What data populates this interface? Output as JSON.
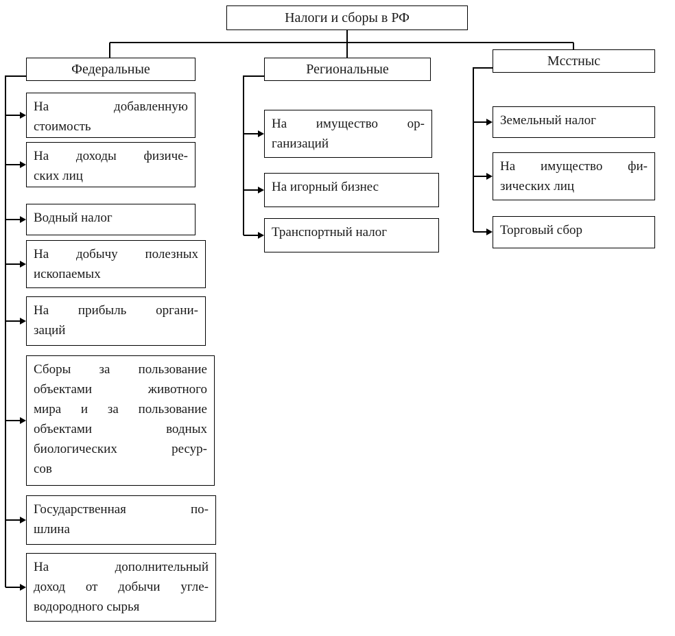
{
  "title": "Налоги и сборы в РФ",
  "colors": {
    "line": "#000000",
    "background": "#ffffff",
    "text": "#1a1a1a"
  },
  "columns": [
    {
      "header": "Федеральные",
      "items": [
        [
          "На добавленную",
          "стоимость"
        ],
        [
          "На доходы физиче-",
          "ских лиц"
        ],
        [
          "Водный налог"
        ],
        [
          "На добычу полезных",
          "ископаемых"
        ],
        [
          "На прибыль органи-",
          "заций"
        ],
        [
          "Сборы за пользование",
          "объектами животного",
          "мира и за пользование",
          "объектами водных",
          "биологических ресур-",
          "сов"
        ],
        [
          "Государственная по-",
          "шлина"
        ],
        [
          "На дополнительный",
          "доход от добычи угле-",
          "водородного сырья"
        ]
      ]
    },
    {
      "header": "Региональные",
      "items": [
        [
          "На имущество ор-",
          "ганизаций"
        ],
        [
          "На игорный бизнес"
        ],
        [
          "Транспортный налог"
        ]
      ]
    },
    {
      "header": "Мсстныс",
      "items": [
        [
          "Земельный налог"
        ],
        [
          "На имущество фи-",
          "зических лиц"
        ],
        [
          "Торговый сбор"
        ]
      ]
    }
  ]
}
